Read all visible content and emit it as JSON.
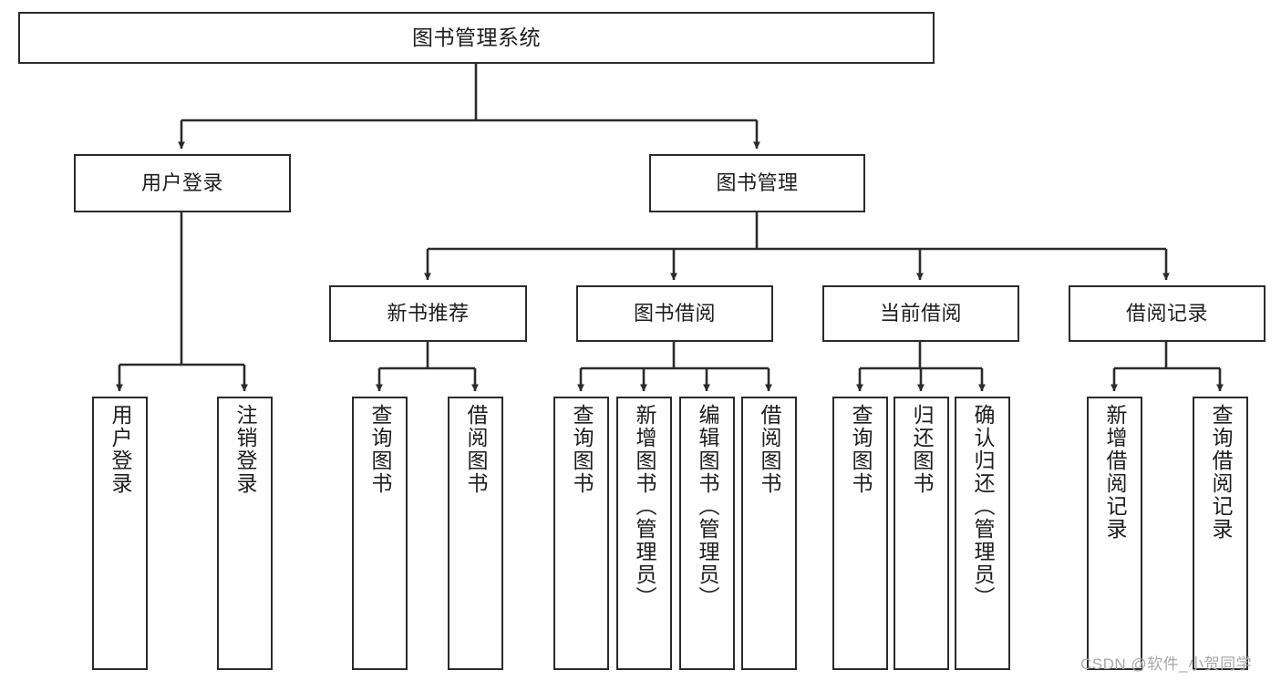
{
  "diagram": {
    "title": "图书管理系统",
    "type": "tree-hierarchy",
    "watermark": "CSDN @软件_小贺同学",
    "colors": {
      "box_border": "#2b2b2b",
      "box_fill": "#ffffff",
      "connector": "#2b2b2b",
      "text": "#1d1d1d",
      "watermark": "#a8a8a8",
      "background": "#ffffff"
    }
  },
  "nodes": {
    "root": {
      "label": "图书管理系统"
    },
    "level1": [
      {
        "id": "user-login",
        "label": "用户登录"
      },
      {
        "id": "book-management",
        "label": "图书管理"
      }
    ],
    "level2": [
      {
        "id": "new-book-recommend",
        "label": "新书推荐"
      },
      {
        "id": "book-borrow",
        "label": "图书借阅"
      },
      {
        "id": "current-borrow",
        "label": "当前借阅"
      },
      {
        "id": "borrow-record",
        "label": "借阅记录"
      }
    ],
    "leaves": {
      "user-login": [
        {
          "id": "leaf-user-login",
          "label": "用户登录"
        },
        {
          "id": "leaf-logout-login",
          "label": "注销登录"
        }
      ],
      "new-book-recommend": [
        {
          "id": "leaf-query-book-1",
          "label": "查询图书"
        },
        {
          "id": "leaf-borrow-book-1",
          "label": "借阅图书"
        }
      ],
      "book-borrow": [
        {
          "id": "leaf-query-book-2",
          "label": "查询图书"
        },
        {
          "id": "leaf-add-book",
          "label": "新增图书（管理员）"
        },
        {
          "id": "leaf-edit-book",
          "label": "编辑图书（管理员）"
        },
        {
          "id": "leaf-borrow-book-2",
          "label": "借阅图书"
        }
      ],
      "current-borrow": [
        {
          "id": "leaf-query-book-3",
          "label": "查询图书"
        },
        {
          "id": "leaf-return-book",
          "label": "归还图书"
        },
        {
          "id": "leaf-confirm-return",
          "label": "确认归还（管理员）"
        }
      ],
      "borrow-record": [
        {
          "id": "leaf-add-record",
          "label": "新增借阅记录"
        },
        {
          "id": "leaf-query-record",
          "label": "查询借阅记录"
        }
      ]
    }
  }
}
